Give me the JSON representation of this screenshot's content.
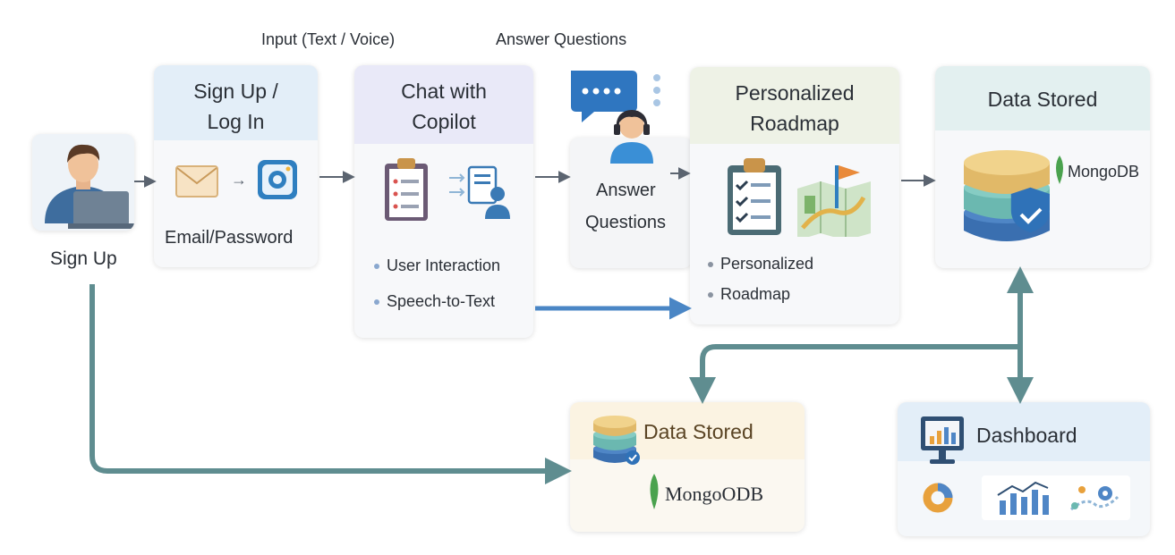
{
  "top_labels": {
    "input": "Input (Text / Voice)",
    "answer": "Answer Questions"
  },
  "user": {
    "caption": "Sign Up"
  },
  "signup_card": {
    "title_line1": "Sign Up /",
    "title_line2": "Log In",
    "caption": "Email/Password"
  },
  "chat_card": {
    "title_line1": "Chat with",
    "title_line2": "Copilot",
    "bullets": [
      "User Interaction",
      "Speech-to-Text"
    ]
  },
  "answer_card": {
    "line1": "Answer",
    "line2": "Questions"
  },
  "roadmap_card": {
    "title_line1": "Personalized",
    "title_line2": "Roadmap",
    "bullets": [
      "Personalized",
      "Roadmap"
    ]
  },
  "data_top_card": {
    "title": "Data Stored",
    "db_label": "MongoDB"
  },
  "data_bottom_card": {
    "title": "Data Stored",
    "db_label": "MongoODB"
  },
  "dashboard_card": {
    "title": "Dashboard"
  },
  "colors": {
    "arrow_gray": "#5b6470",
    "flow_teal": "#5f8d90",
    "blue_arrow": "#4a86c5",
    "head_blue": "#e3eef8",
    "head_purple": "#e9e9f8",
    "head_sage": "#eef2e6",
    "head_teal": "#e3f0f0",
    "head_cream": "#fbf3e2",
    "mongo_green": "#4aa24e"
  }
}
